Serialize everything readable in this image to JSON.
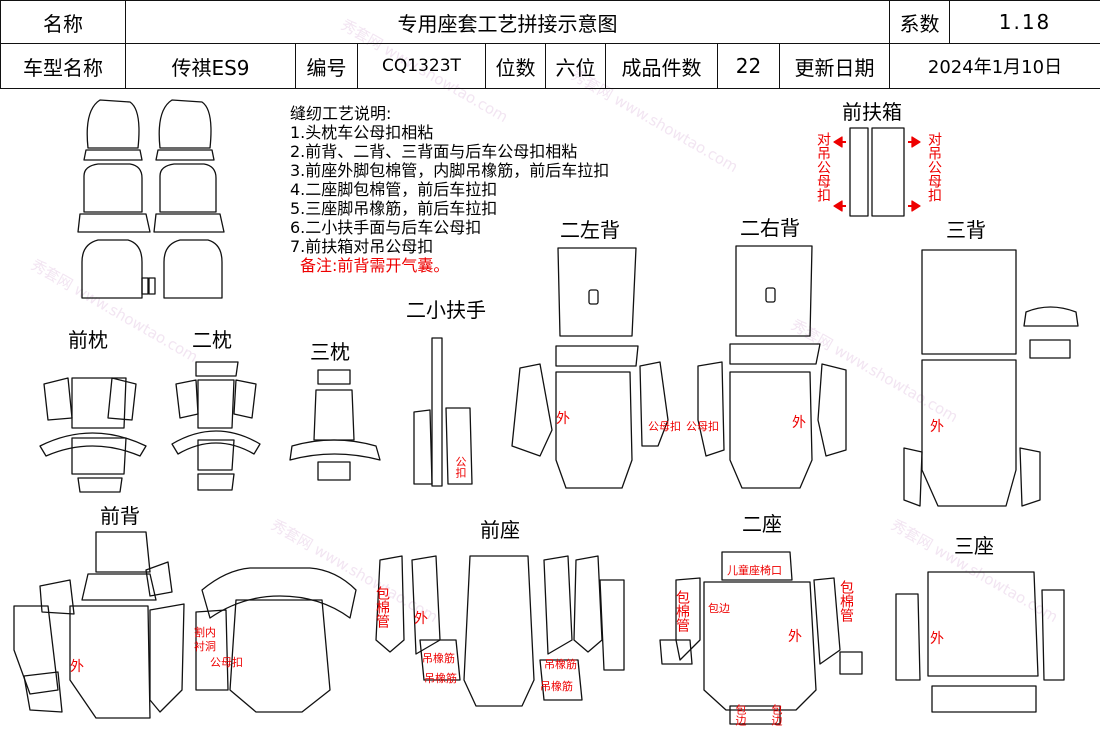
{
  "header": {
    "name_label": "名称",
    "title": "专用座套工艺拼接示意图",
    "coef_label": "系数",
    "coef_value": "1.18",
    "model_label": "车型名称",
    "model_value": "传祺ES9",
    "code_label": "编号",
    "code_value": "CQ1323T",
    "seats_label": "位数",
    "seats_value": "六位",
    "pieces_label": "成品件数",
    "pieces_value": "22",
    "date_label": "更新日期",
    "date_value": "2024年1月10日"
  },
  "notes": {
    "heading": "缝纫工艺说明:",
    "items": [
      "1.头枕车公母扣相粘",
      "2.前背、二背、三背面与后车公母扣相粘",
      "3.前座外脚包棉管，内脚吊橡筋，前后车拉扣",
      "4.二座脚包棉管，前后车拉扣",
      "5.三座脚吊橡筋，前后车拉扣",
      "6.二小扶手面与后车公母扣",
      "7.前扶箱对吊公母扣"
    ],
    "remark": "备注:前背需开气囊。"
  },
  "sections": {
    "front_box": "前扶箱",
    "second_left_back": "二左背",
    "second_right_back": "二右背",
    "third_back": "三背",
    "small_armrest": "二小扶手",
    "front_headrest": "前枕",
    "second_headrest": "二枕",
    "third_headrest": "三枕",
    "front_back": "前背",
    "front_seat": "前座",
    "second_seat": "二座",
    "third_seat": "三座"
  },
  "annotations": {
    "hang_button": "对吊公母扣",
    "outer": "外",
    "male_female_button": "公母扣",
    "male_female_short": "公母扣",
    "button_pair": "公母扣",
    "cotton_tube": "包棉管",
    "rubber_band": "吊橡筋",
    "edge_wrap": "包边",
    "airbag_hole": "割内衬洞",
    "child_seat": "儿童座椅口",
    "armrest_button": "公扣"
  },
  "watermark": "秀套网 www.showtao.com",
  "colors": {
    "annotation": "#e00000",
    "line": "#111111",
    "watermark": "#d9b8de"
  }
}
